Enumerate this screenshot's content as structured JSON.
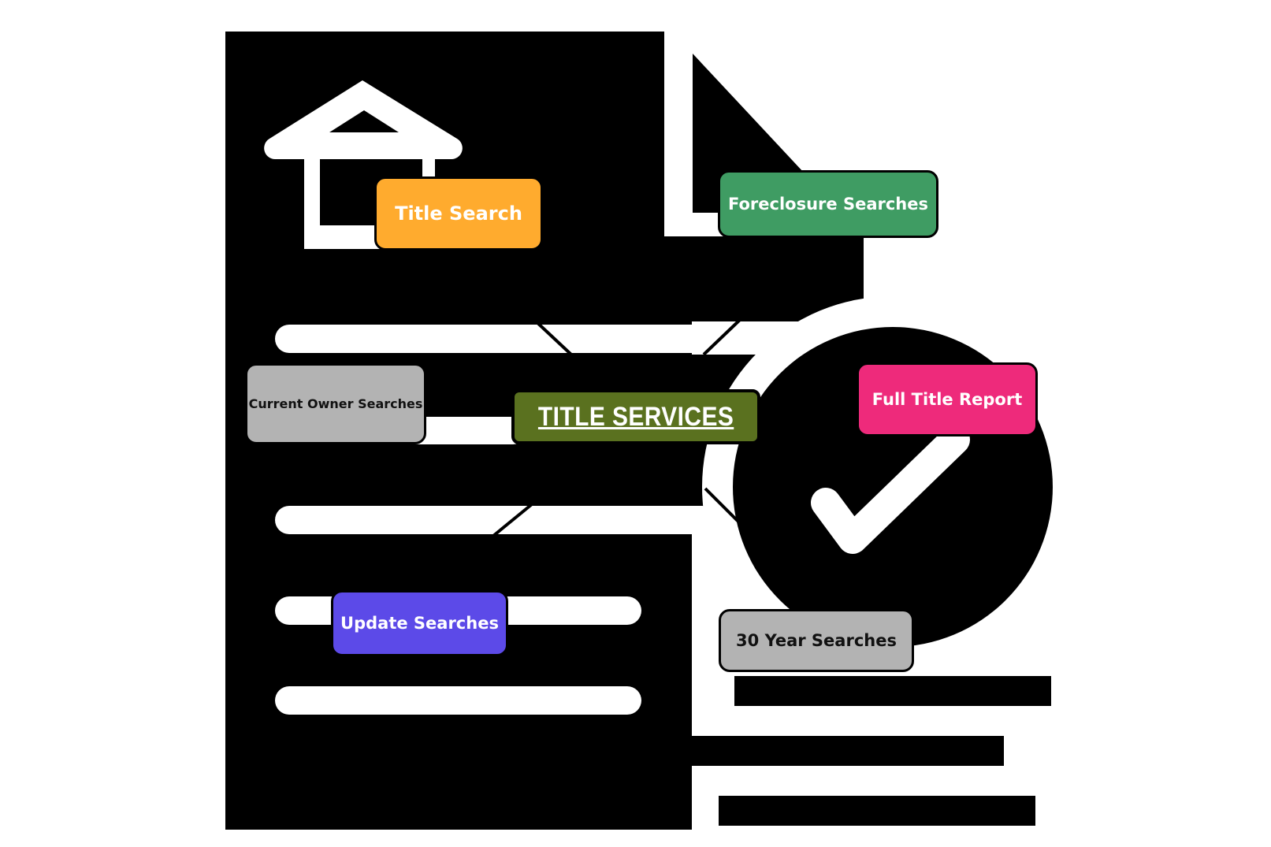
{
  "diagram": {
    "center": {
      "label": "TITLE SERVICES",
      "color": "#5a711f"
    },
    "nodes": [
      {
        "id": "title-search",
        "label": "Title Search",
        "color": "#ffab2e",
        "text_color": "#ffffff"
      },
      {
        "id": "foreclosure",
        "label": "Foreclosure Searches",
        "color": "#3f9c63",
        "text_color": "#ffffff"
      },
      {
        "id": "current-owner",
        "label": "Current Owner Searches",
        "color": "#b3b3b3",
        "text_color": "#111111"
      },
      {
        "id": "full-title",
        "label": "Full Title Report",
        "color": "#ee2a7b",
        "text_color": "#ffffff"
      },
      {
        "id": "update",
        "label": "Update Searches",
        "color": "#5c4ae8",
        "text_color": "#ffffff"
      },
      {
        "id": "30-year",
        "label": "30 Year Searches",
        "color": "#b3b3b3",
        "text_color": "#111111"
      }
    ],
    "background_icons": [
      "document-icon",
      "house-icon",
      "checkmark-badge-icon"
    ]
  }
}
